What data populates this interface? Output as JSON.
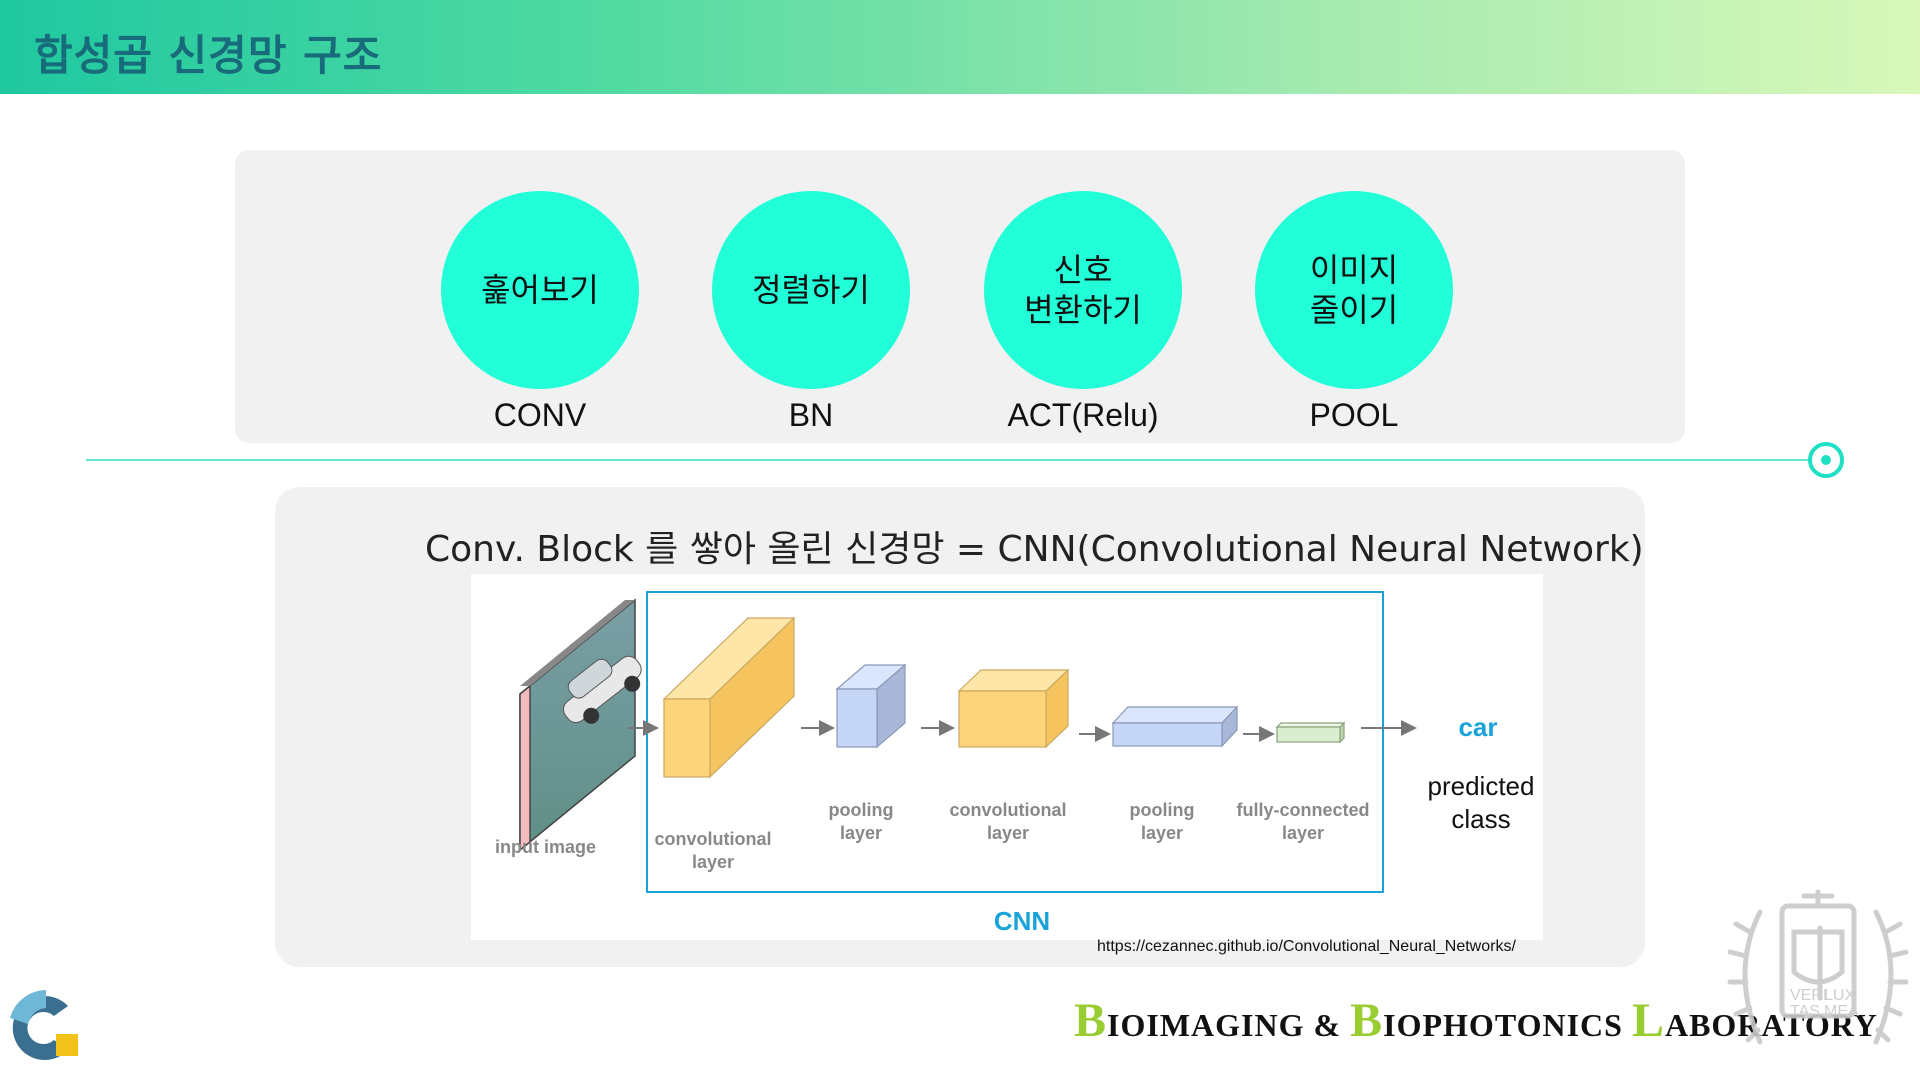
{
  "header": {
    "title": "합성곱 신경망 구조"
  },
  "blocks": [
    {
      "lines": [
        "훑어보기"
      ],
      "label": "CONV"
    },
    {
      "lines": [
        "정렬하기"
      ],
      "label": "BN"
    },
    {
      "lines": [
        "신호",
        "변환하기"
      ],
      "label": "ACT(Relu)"
    },
    {
      "lines": [
        "이미지",
        "줄이기"
      ],
      "label": "POOL"
    }
  ],
  "cnn_section": {
    "title": "Conv. Block 를 쌓아 올린 신경망 = CNN(Convolutional Neural Network)",
    "figure": {
      "input_label": "input image",
      "layers": [
        {
          "line1": "convolutional",
          "line2": "layer"
        },
        {
          "line1": "pooling",
          "line2": "layer"
        },
        {
          "line1": "convolutional",
          "line2": "layer"
        },
        {
          "line1": "pooling",
          "line2": "layer"
        },
        {
          "line1": "fully-connected",
          "line2": "layer"
        }
      ],
      "output_label": "car",
      "output_caption_line1": "predicted",
      "output_caption_line2": "class",
      "group_label": "CNN"
    },
    "source": "https://cezannec.github.io/Convolutional_Neural_Networks/"
  },
  "footer": {
    "lab_parts": [
      {
        "cap": "B",
        "rest": "IOIMAGING & "
      },
      {
        "cap": "B",
        "rest": "IOPHOTONICS "
      },
      {
        "cap": "L",
        "rest": "ABORATORY"
      }
    ],
    "seal_text": [
      "VERI",
      "LUX",
      "TAS",
      "MEA"
    ]
  },
  "colors": {
    "accent_teal": "#22ffd8",
    "header_text": "#176b7a",
    "cnn_blue": "#1aa3d9",
    "conv_fill": "#fed47a",
    "pool_fill": "#c6d6f7",
    "fc_fill": "#d9edcf",
    "lab_green": "#9acd32"
  }
}
